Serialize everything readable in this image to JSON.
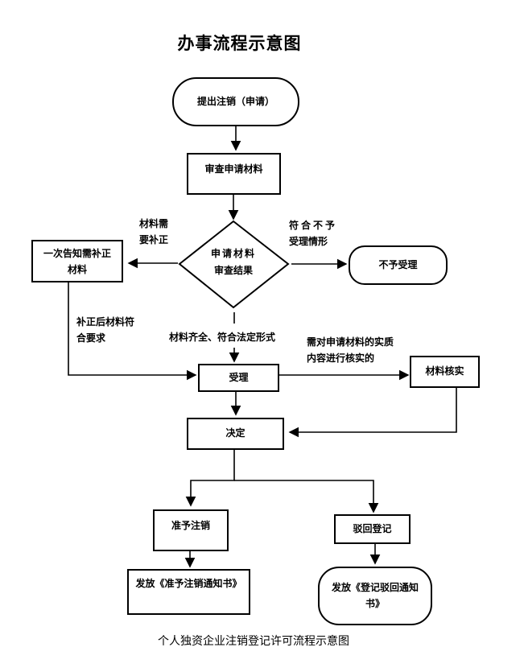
{
  "title": "办事流程示意图",
  "nodes": {
    "start": "提出注销（申请）",
    "review": "审查申请材料",
    "decision_line1": "申请材料",
    "decision_line2": "审查结果",
    "notify_correct_line1": "一次告知需补正",
    "notify_correct_line2": "材料",
    "reject": "不予受理",
    "accept": "受理",
    "verify": "材料核实",
    "decide": "决定",
    "approve": "准予注销",
    "deny": "驳回登记",
    "issue_approve": "发放《准予注销通知书》",
    "issue_deny_line1": "发放《登记驳回通知",
    "issue_deny_line2": "书》"
  },
  "edge_labels": {
    "need_correction_line1": "材料需",
    "need_correction_line2": "要补正",
    "not_accept_line1": "符合不予",
    "not_accept_line2": "受理情形",
    "corrected_line1": "补正后材料符",
    "corrected_line2": "合要求",
    "complete": "材料齐全、符合法定形式",
    "verify_needed_line1": "需对申请材料的实质",
    "verify_needed_line2": "内容进行核实的"
  },
  "caption": "个人独资企业注销登记许可流程示意图"
}
